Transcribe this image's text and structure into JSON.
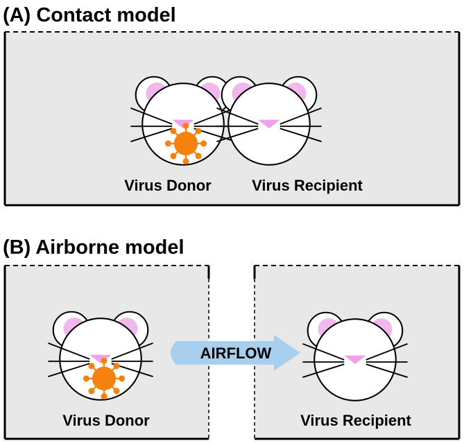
{
  "panel_a": {
    "title": "(A) Contact model",
    "donor_label": "Virus Donor",
    "recipient_label": "Virus Recipient"
  },
  "panel_b": {
    "title": "(B) Airborne model",
    "donor_label": "Virus Donor",
    "recipient_label": "Virus Recipient",
    "arrow_label": "AIRFLOW"
  },
  "colors": {
    "cage_fill": "#e8e8e8",
    "ear_inner": "#f0b8ec",
    "nose": "#f0a0ec",
    "virus": "#f5820f",
    "airflow": "#a9cfee"
  }
}
